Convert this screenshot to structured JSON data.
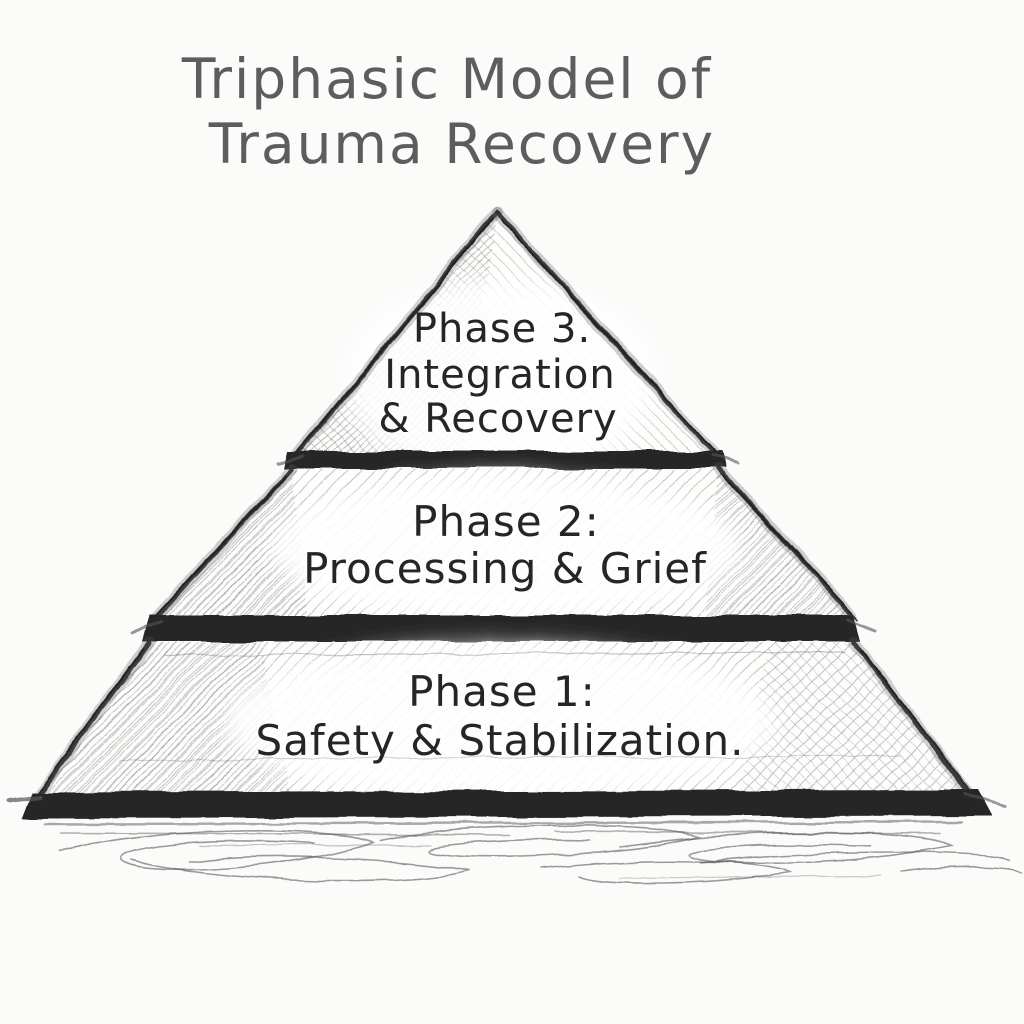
{
  "title": {
    "line1": "Triphasic Model of",
    "line2": "Trauma Recovery"
  },
  "pyramid": {
    "tiers": [
      {
        "name": "phase-3-top",
        "lines": [
          "Phase 3.",
          "Integration",
          "& Recovery"
        ]
      },
      {
        "name": "phase-2-middle",
        "lines": [
          "Phase 2:",
          "Processing & Grief"
        ]
      },
      {
        "name": "phase-1-bottom",
        "lines": [
          "Phase 1:",
          "Safety & Stabilization."
        ]
      }
    ]
  },
  "colors": {
    "paper": "#fbfbfa",
    "title_gray": "#5d5d5d",
    "pencil_text": "#252525",
    "band_dark": "#282828"
  }
}
